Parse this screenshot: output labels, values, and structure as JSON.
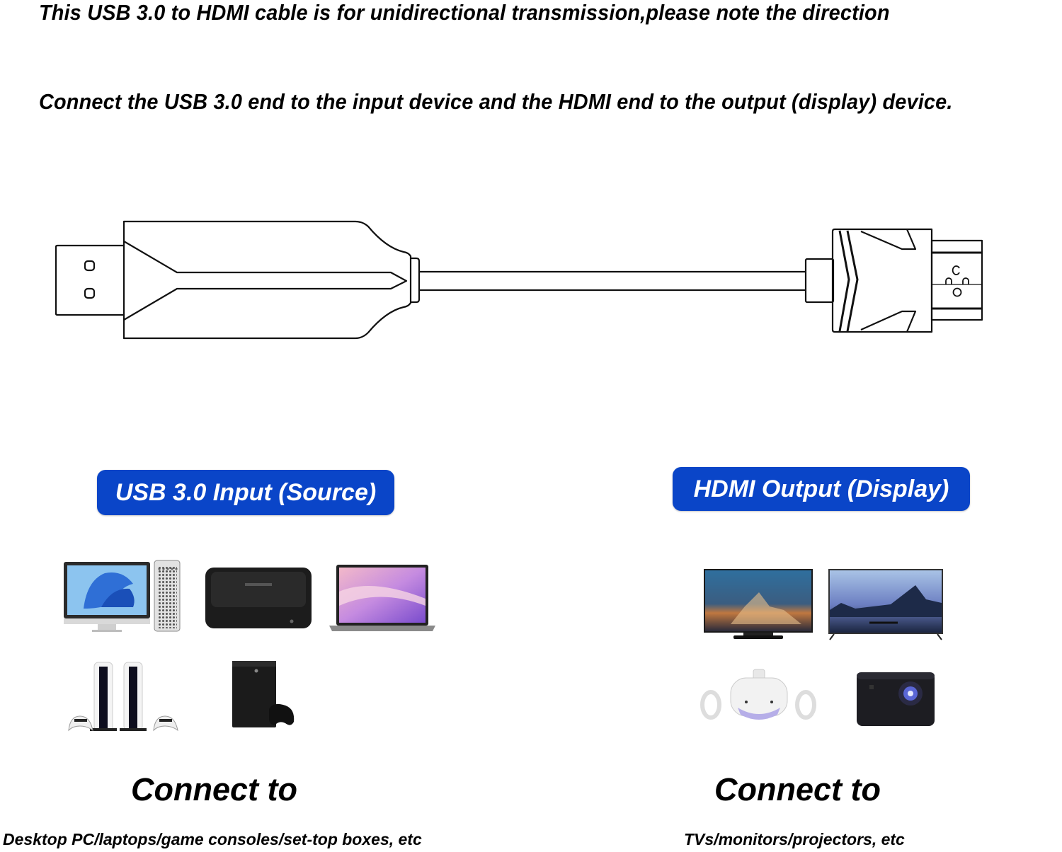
{
  "header": {
    "warning": "This USB 3.0 to HDMI cable is for unidirectional transmission,please note the direction",
    "instruction": "Connect the USB 3.0 end to the input device and the HDMI end to the output (display) device."
  },
  "diagram": {
    "left_connector": "usb-3.0-plug",
    "right_connector": "hdmi-plug",
    "line_color": "#111111"
  },
  "input_section": {
    "badge_label": "USB 3.0 Input (Source)",
    "badge_color": "#0a45c8",
    "devices": [
      {
        "name": "desktop-pc",
        "icon": "desktop-icon"
      },
      {
        "name": "set-top-box",
        "icon": "set-top-box-icon"
      },
      {
        "name": "laptop",
        "icon": "laptop-icon"
      },
      {
        "name": "playstation-console",
        "icon": "game-console-icon"
      },
      {
        "name": "xbox-console",
        "icon": "game-console-icon"
      }
    ],
    "connect_label": "Connect to",
    "caption": "Desktop PC/laptops/game consoles/set-top boxes, etc"
  },
  "output_section": {
    "badge_label": "HDMI Output (Display)",
    "badge_color": "#0a45c8",
    "devices": [
      {
        "name": "tv-monitor",
        "icon": "monitor-icon"
      },
      {
        "name": "television",
        "icon": "tv-icon"
      },
      {
        "name": "vr-headset",
        "icon": "vr-headset-icon"
      },
      {
        "name": "projector",
        "icon": "projector-icon"
      }
    ],
    "connect_label": "Connect to",
    "caption": "TVs/monitors/projectors, etc"
  }
}
